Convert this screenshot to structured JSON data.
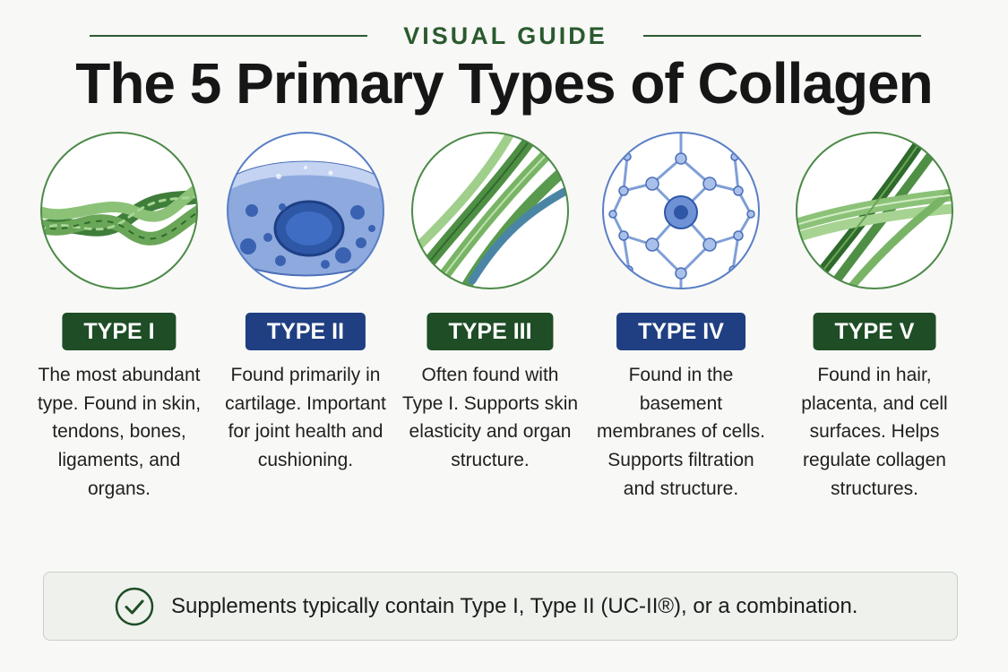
{
  "header": {
    "eyebrow": "VISUAL GUIDE",
    "title": "The 5 Primary Types of Collagen"
  },
  "types": [
    {
      "label": "TYPE I",
      "badge_color": "#1e4d26",
      "icon": "braided-fiber-icon",
      "description": "The most abundant type. Found in skin, tendons, bones, ligaments, and organs."
    },
    {
      "label": "TYPE II",
      "badge_color": "#1f3f82",
      "icon": "cartilage-cell-icon",
      "description": "Found primarily in cartilage. Important for joint health and cushioning."
    },
    {
      "label": "TYPE III",
      "badge_color": "#1e4d26",
      "icon": "fiber-bundle-icon",
      "description": "Often found with Type I. Supports skin elasticity and organ structure."
    },
    {
      "label": "TYPE IV",
      "badge_color": "#1f3f82",
      "icon": "molecular-network-icon",
      "description": "Found in the basement membranes of cells. Supports filtration and structure."
    },
    {
      "label": "TYPE V",
      "badge_color": "#1e4d26",
      "icon": "crossed-fibers-icon",
      "description": "Found in hair, placenta, and cell surfaces. Helps regulate collagen structures."
    }
  ],
  "banner": {
    "icon": "check-circle-icon",
    "text": "Supplements typically contain Type I, Type II (UC-II®), or a combination."
  },
  "colors": {
    "green_accent": "#1e4d26",
    "blue_accent": "#1f3f82",
    "banner_bg": "#eef1ec"
  }
}
